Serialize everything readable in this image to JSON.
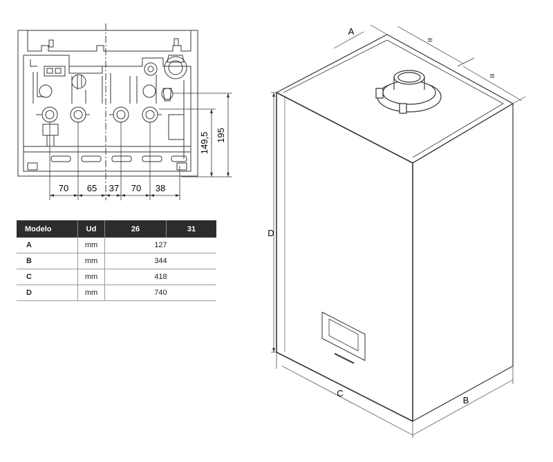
{
  "front_view": {
    "horizontal_dims": [
      "70",
      "65",
      "37",
      "70",
      "38"
    ],
    "vertical_dims": [
      "149,5",
      "195"
    ]
  },
  "table": {
    "headers": [
      "Modelo",
      "Ud",
      "26",
      "31"
    ],
    "rows": [
      {
        "label": "A",
        "unit": "mm",
        "value": "127"
      },
      {
        "label": "B",
        "unit": "mm",
        "value": "344"
      },
      {
        "label": "C",
        "unit": "mm",
        "value": "418"
      },
      {
        "label": "D",
        "unit": "mm",
        "value": "740"
      }
    ]
  },
  "iso_view": {
    "labels": {
      "a": "A",
      "b": "B",
      "c": "C",
      "d": "D",
      "eq1": "=",
      "eq2": "="
    }
  }
}
